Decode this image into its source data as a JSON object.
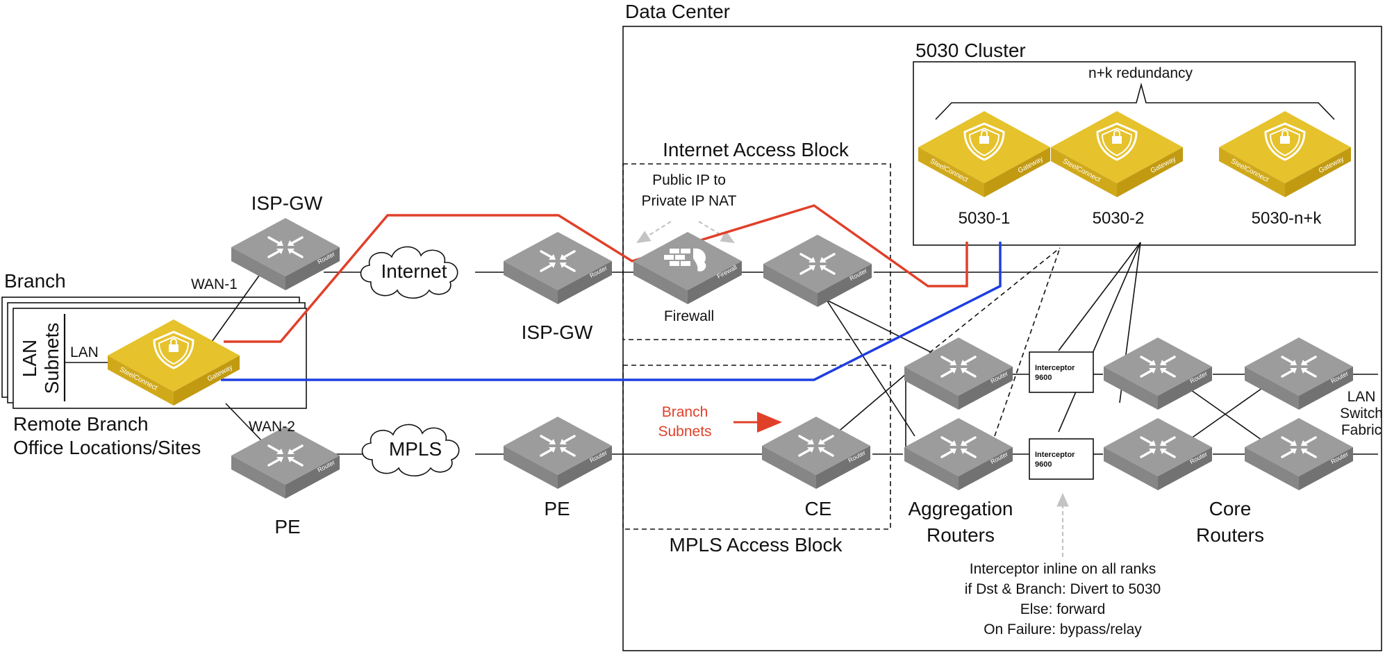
{
  "titles": {
    "data_center": "Data Center",
    "cluster": "5030 Cluster",
    "redundancy": "n+k redundancy",
    "internet_block": "Internet Access Block",
    "mpls_block": "MPLS Access Block",
    "branch": "Branch",
    "remote_line1": "Remote Branch",
    "remote_line2": "Office Locations/Sites"
  },
  "clouds": {
    "internet": "Internet",
    "mpls": "MPLS"
  },
  "nodes": {
    "isp_gw_branch": "ISP-GW",
    "isp_gw_dc": "ISP-GW",
    "pe_branch": "PE",
    "pe_dc": "PE",
    "firewall": "Firewall",
    "ce": "CE",
    "aggregation_line1": "Aggregation",
    "aggregation_line2": "Routers",
    "core_line1": "Core",
    "core_line2": "Routers",
    "lan_switch_line1": "LAN",
    "lan_switch_line2": "Switch",
    "lan_switch_line3": "Fabric"
  },
  "link_labels": {
    "wan1": "WAN-1",
    "wan2": "WAN-2",
    "lan": "LAN"
  },
  "lan_subnets": {
    "line1": "LAN",
    "line2": "Subnets"
  },
  "gateways": {
    "g1": "5030-1",
    "g2": "5030-2",
    "g3": "5030-n+k"
  },
  "device_text": {
    "router": "Router",
    "firewall": "Firewall",
    "brand": "SteelConnect",
    "gateway": "Gateway"
  },
  "interceptor": {
    "line1": "Interceptor",
    "line2": "9600"
  },
  "nat_note": {
    "line1": "Public IP to",
    "line2": "Private IP NAT"
  },
  "branch_subnets": {
    "line1": "Branch",
    "line2": "Subnets"
  },
  "interceptor_note": [
    "Interceptor inline on all ranks",
    "if Dst & Branch: Divert to 5030",
    "Else: forward",
    "On Failure: bypass/relay"
  ],
  "colors": {
    "red_path": "#e0402a",
    "blue_path": "#1d3ee0",
    "router_top": "#9c9c9c",
    "gateway_top": "#e6c22c",
    "branch_subnets_text": "#e0402a"
  },
  "icons": {
    "router": "router-arrows-icon",
    "firewall": "firewall-brick-icon",
    "gateway": "shield-lock-icon",
    "cloud": "cloud-icon"
  }
}
